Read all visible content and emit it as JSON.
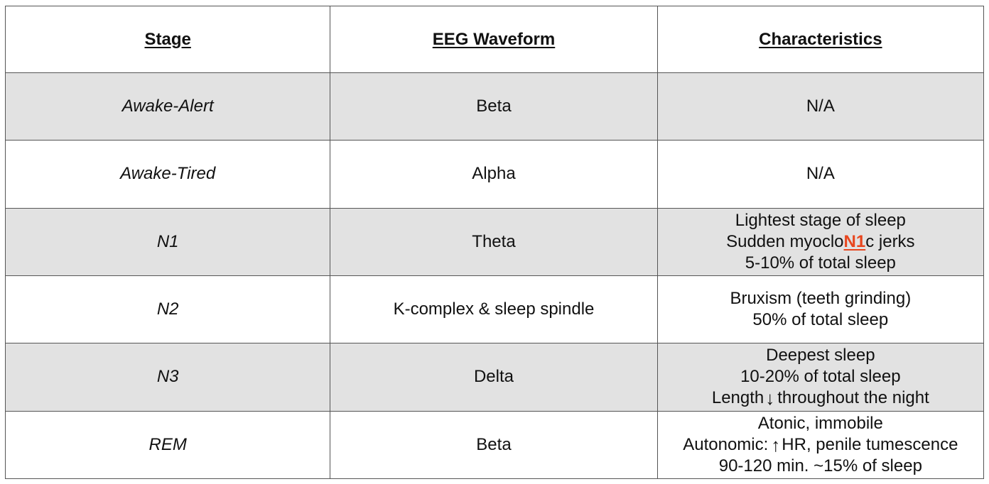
{
  "headers": {
    "stage": "Stage",
    "waveform": "EEG Waveform",
    "characteristics": "Characteristics"
  },
  "rows": [
    {
      "stage": "Awake-Alert",
      "waveform": "Beta",
      "characteristics": [
        "N/A"
      ]
    },
    {
      "stage": "Awake-Tired",
      "waveform": "Alpha",
      "characteristics": [
        "N/A"
      ]
    },
    {
      "stage": "N1",
      "waveform": "Theta",
      "characteristics": [
        "Lightest stage of sleep",
        {
          "before": "Sudden myoclo",
          "highlight": "N1",
          "after": "c jerks"
        },
        "5-10% of total sleep"
      ]
    },
    {
      "stage": "N2",
      "waveform": "K-complex & sleep spindle",
      "characteristics": [
        "Bruxism (teeth grinding)",
        "50% of total sleep"
      ]
    },
    {
      "stage": "N3",
      "waveform": "Delta",
      "characteristics": [
        "Deepest sleep",
        "10-20% of total sleep",
        {
          "before": "Length",
          "icon": "down-arrow-icon",
          "after": "throughout the night"
        }
      ]
    },
    {
      "stage": "REM",
      "waveform": "Beta",
      "characteristics": [
        "Atonic, immobile",
        {
          "before": "Autonomic:",
          "icon": "up-arrow-icon",
          "after": "HR, penile tumescence"
        },
        "90-120 min. ~15% of sleep"
      ]
    }
  ],
  "icons": {
    "down-arrow-icon": "↓",
    "up-arrow-icon": "↑"
  },
  "colors": {
    "highlight": "#e8461e",
    "shaded_row": "#e2e2e2",
    "border": "#555555"
  }
}
